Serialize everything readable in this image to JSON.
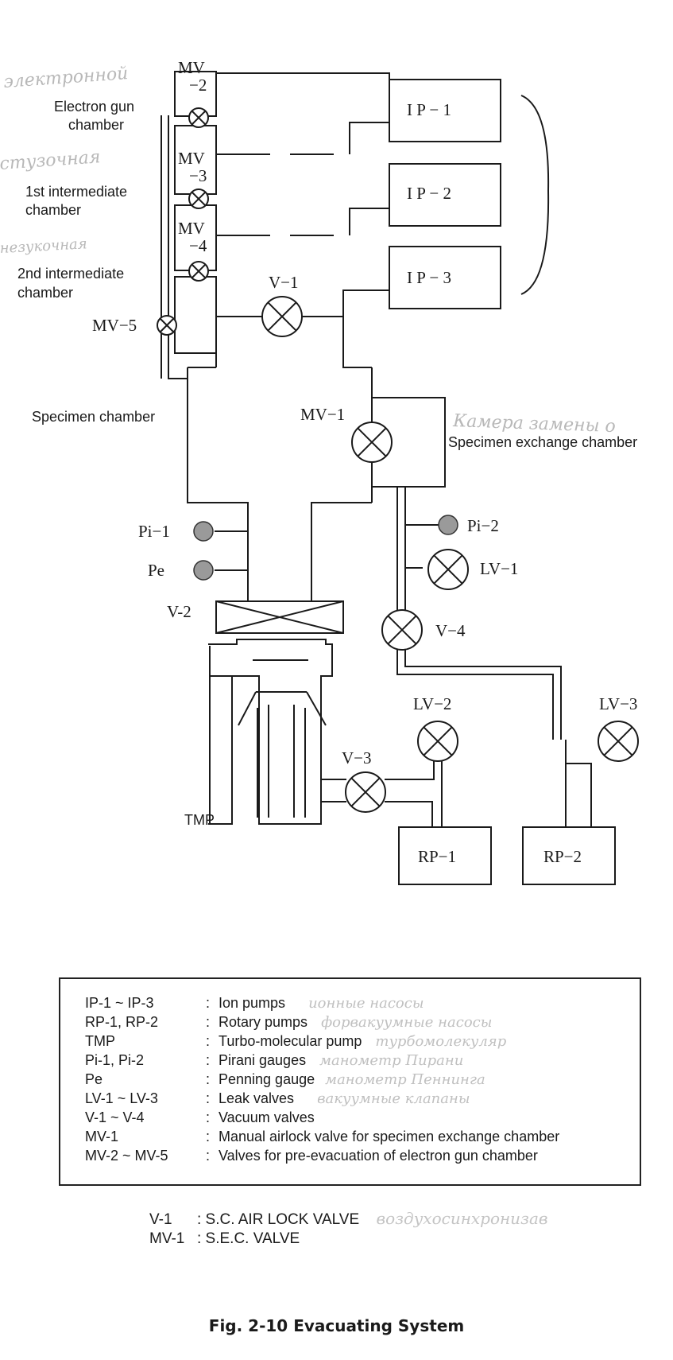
{
  "diagram": {
    "labels": {
      "mv2_a": "MV",
      "mv2_b": "−2",
      "mv3_a": "MV",
      "mv3_b": "−3",
      "mv4_a": "MV",
      "mv4_b": "−4",
      "mv5": "MV−5",
      "v1": "V−1",
      "mv1": "MV−1",
      "pi1": "Pi−1",
      "pe": "Pe",
      "v2": "V-2",
      "pi2": "Pi−2",
      "lv1": "LV−1",
      "v4": "V−4",
      "lv2": "LV−2",
      "lv3": "LV−3",
      "v3": "V−3",
      "ip1": "I P − 1",
      "ip2": "I P − 2",
      "ip3": "I P − 3",
      "rp1": "RP−1",
      "rp2": "RP−2",
      "electron_gun_1": "Electron gun",
      "electron_gun_2": "chamber",
      "first_int_1": "1st intermediate",
      "first_int_2": "chamber",
      "second_int_1": "2nd intermediate",
      "second_int_2": "chamber",
      "specimen_chamber": "Specimen chamber",
      "specimen_exchange": "Specimen exchange chamber",
      "tmp": "TMP"
    },
    "handwritten": {
      "h1": "электронной",
      "h2": "стузочная",
      "h3": "незукочная",
      "h4": "Камера замены о"
    }
  },
  "legend": {
    "rows": [
      {
        "key": "IP-1 ~ IP-3",
        "desc": "Ion pumps",
        "note": "ионные насосы"
      },
      {
        "key": "RP-1, RP-2",
        "desc": "Rotary pumps",
        "note": "форвакуумные насосы"
      },
      {
        "key": "TMP",
        "desc": "Turbo-molecular pump",
        "note": "турбомолекуляр"
      },
      {
        "key": "Pi-1, Pi-2",
        "desc": "Pirani gauges",
        "note": "манометр Пирани"
      },
      {
        "key": "Pe",
        "desc": "Penning gauge",
        "note": "манометр Пеннинга"
      },
      {
        "key": "LV-1 ~ LV-3",
        "desc": "Leak valves",
        "note": "вакуумные клапаны"
      },
      {
        "key": "V-1 ~ V-4",
        "desc": "Vacuum valves",
        "note": ""
      },
      {
        "key": "MV-1",
        "desc": "Manual airlock valve for specimen exchange chamber",
        "note": ""
      },
      {
        "key": "MV-2 ~ MV-5",
        "desc": "Valves for pre-evacuation of electron gun chamber",
        "note": ""
      }
    ],
    "separator": ":"
  },
  "notes": {
    "rows": [
      {
        "key": "V-1",
        "desc": ": S.C. AIR LOCK VALVE"
      },
      {
        "key": "MV-1",
        "desc": ": S.E.C. VALVE"
      }
    ],
    "handwritten": "воздухосинхронизав"
  },
  "caption": "Fig. 2-10 Evacuating System"
}
